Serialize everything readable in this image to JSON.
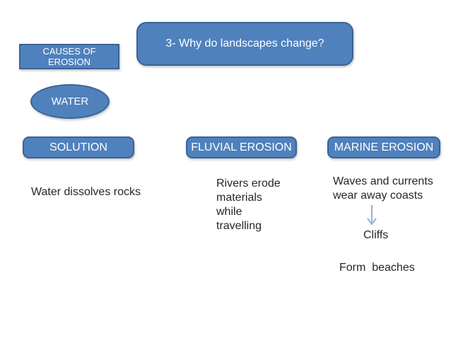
{
  "page": {
    "background": "#ffffff"
  },
  "colors": {
    "shape_fill": "#4f81bd",
    "shape_border": "#3b6398",
    "shape_text": "#ffffff",
    "body_text": "#262626",
    "arrow": "#95b3d7"
  },
  "header": {
    "label_box": "CAUSES OF EROSION",
    "title": "3- Why do landscapes change?"
  },
  "diagram": {
    "root": "WATER",
    "branches": [
      {
        "label": "SOLUTION",
        "description": "Water dissolves rocks"
      },
      {
        "label": "FLUVIAL EROSION",
        "description": "Rivers erode\nmaterials\nwhile\ntravelling"
      },
      {
        "label": "MARINE EROSION",
        "description": "Waves and currents\nwear away coasts",
        "arrow_icon": "down-arrow",
        "result": "Cliffs",
        "extra": "Form  beaches"
      }
    ]
  }
}
